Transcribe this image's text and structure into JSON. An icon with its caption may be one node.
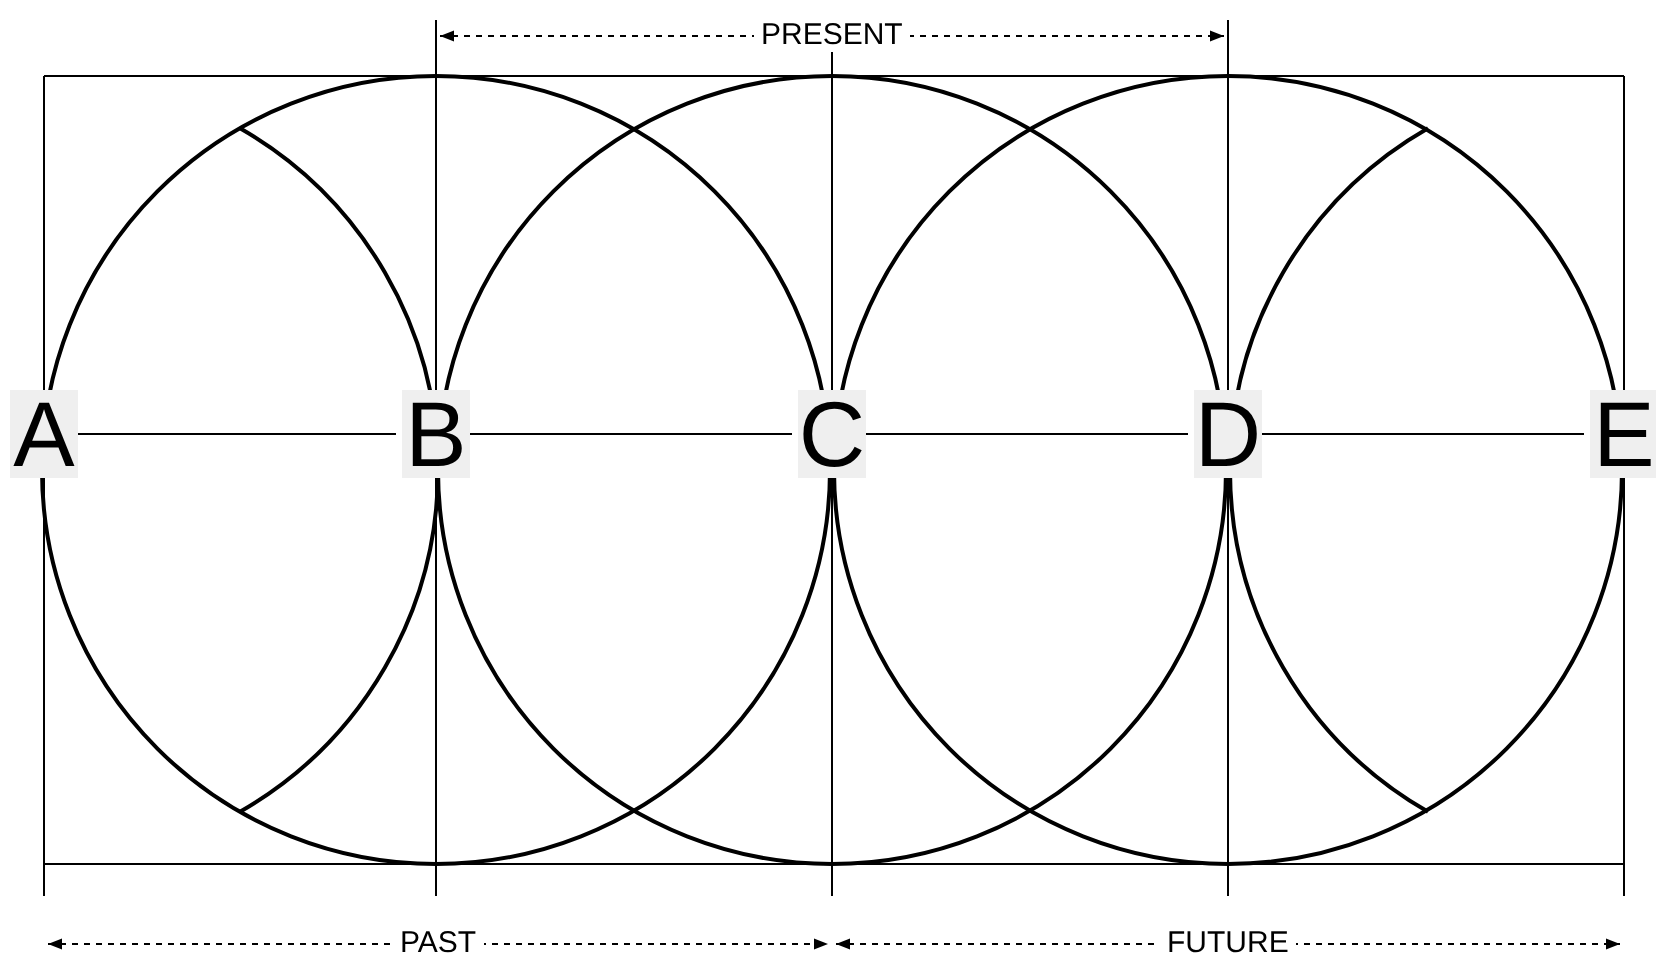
{
  "diagram": {
    "nodes": [
      {
        "text": [
          "A"
        ]
      },
      {
        "text": [
          "B"
        ]
      },
      {
        "text": [
          "C"
        ]
      },
      {
        "text": [
          "D"
        ]
      },
      {
        "text": [
          "E"
        ]
      }
    ],
    "edges": [
      {
        "from": 0,
        "to": 1,
        "arrow": "none"
      },
      {
        "from": 1,
        "to": 2,
        "arrow": "none"
      },
      {
        "from": 2,
        "to": 3,
        "arrow": "none"
      },
      {
        "from": 3,
        "to": 4,
        "arrow": "none"
      }
    ],
    "labels": [
      "PRESENT",
      "PAST",
      "FUTURE"
    ]
  }
}
